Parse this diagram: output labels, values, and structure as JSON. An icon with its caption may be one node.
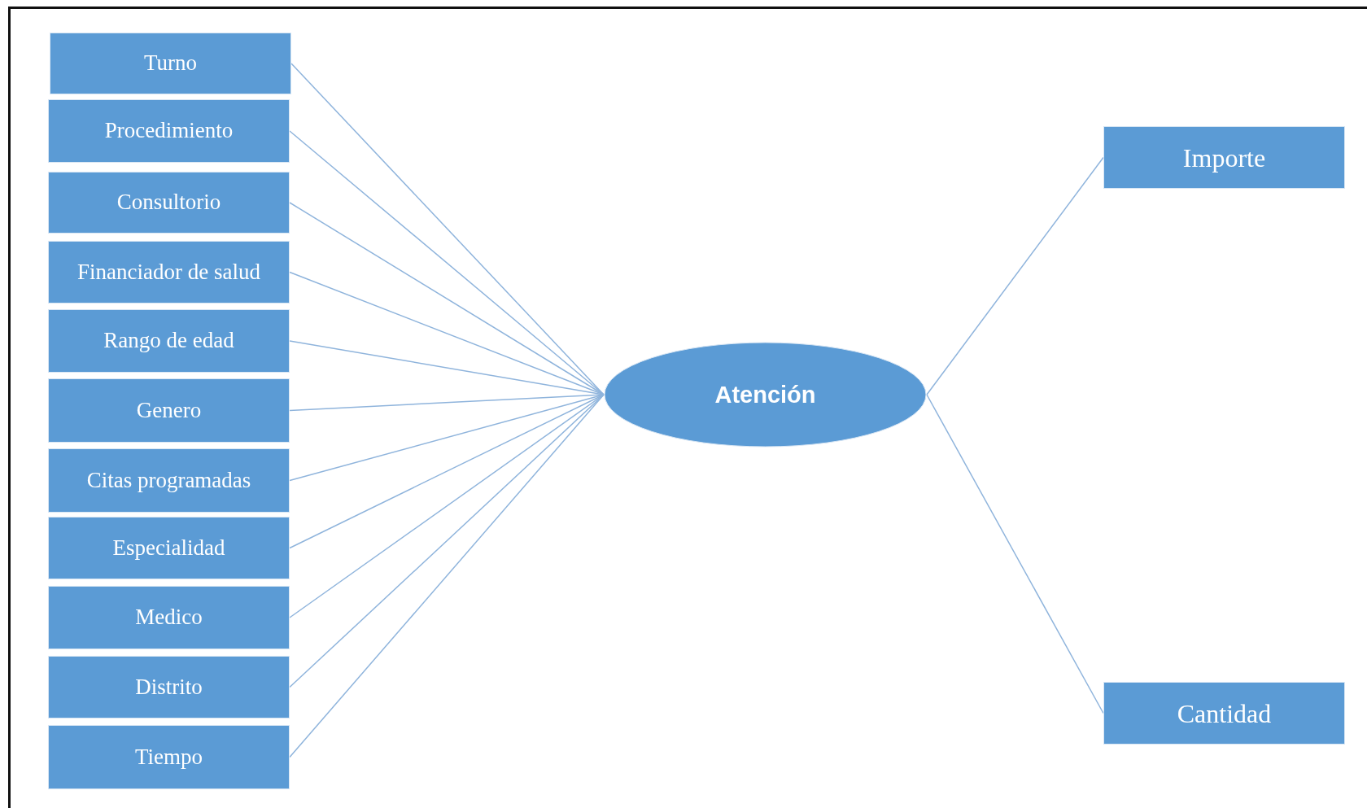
{
  "diagram": {
    "nodes": [
      {
        "text": [
          "Turno"
        ]
      },
      {
        "text": [
          "Procedimiento"
        ]
      },
      {
        "text": [
          "Consultorio"
        ]
      },
      {
        "text": [
          "Financiador de salud"
        ]
      },
      {
        "text": [
          "Rango de edad"
        ]
      },
      {
        "text": [
          "Genero"
        ]
      },
      {
        "text": [
          "Citas programadas"
        ]
      },
      {
        "text": [
          "Especialidad"
        ]
      },
      {
        "text": [
          "Medico"
        ]
      },
      {
        "text": [
          "Distrito"
        ]
      },
      {
        "text": [
          "Tiempo"
        ]
      },
      {
        "text": [
          "Atención"
        ]
      },
      {
        "text": [
          "Importe"
        ]
      },
      {
        "text": [
          "Cantidad"
        ]
      }
    ],
    "edges": [
      {
        "from": 0,
        "to": 11,
        "arrow": "none"
      },
      {
        "from": 1,
        "to": 11,
        "arrow": "none"
      },
      {
        "from": 2,
        "to": 11,
        "arrow": "none"
      },
      {
        "from": 3,
        "to": 11,
        "arrow": "none"
      },
      {
        "from": 4,
        "to": 11,
        "arrow": "none"
      },
      {
        "from": 5,
        "to": 11,
        "arrow": "none"
      },
      {
        "from": 6,
        "to": 11,
        "arrow": "none"
      },
      {
        "from": 7,
        "to": 11,
        "arrow": "none"
      },
      {
        "from": 8,
        "to": 11,
        "arrow": "none"
      },
      {
        "from": 9,
        "to": 11,
        "arrow": "none"
      },
      {
        "from": 10,
        "to": 11,
        "arrow": "none"
      },
      {
        "from": 11,
        "to": 12,
        "arrow": "none"
      },
      {
        "from": 11,
        "to": 13,
        "arrow": "none"
      }
    ]
  }
}
